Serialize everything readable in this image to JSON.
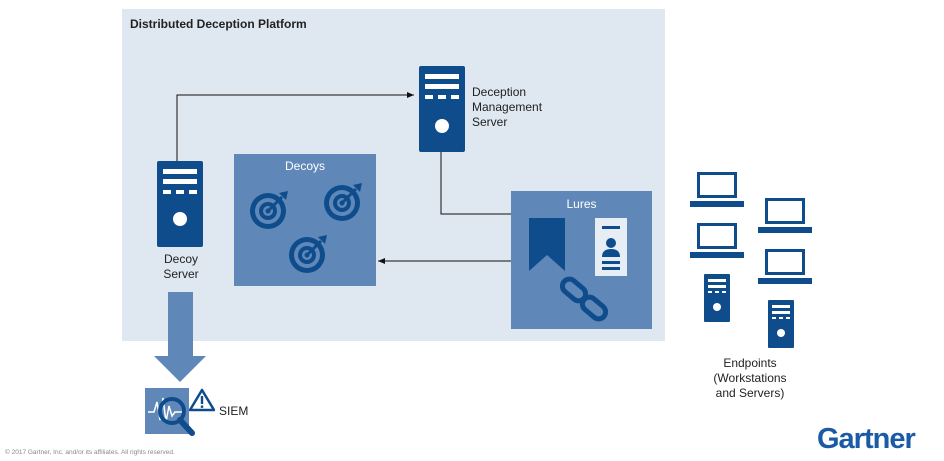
{
  "platform": {
    "title": "Distributed Deception Platform"
  },
  "management_server": {
    "label": "Deception\nManagement\nServer"
  },
  "decoy_server": {
    "label": "Decoy\nServer"
  },
  "decoys": {
    "label": "Decoys"
  },
  "lures": {
    "label": "Lures"
  },
  "siem": {
    "label": "SIEM"
  },
  "endpoints": {
    "label": "Endpoints\n(Workstations\nand Servers)"
  },
  "footer": {
    "copyright": "© 2017 Gartner, Inc. and/or its affiliates. All rights reserved.",
    "brand": "Gartner"
  },
  "colors": {
    "dark_blue": "#0f4c8c",
    "mid_blue": "#5f88b9",
    "panel": "#dfe7f0",
    "brand": "#1b5aa5"
  }
}
